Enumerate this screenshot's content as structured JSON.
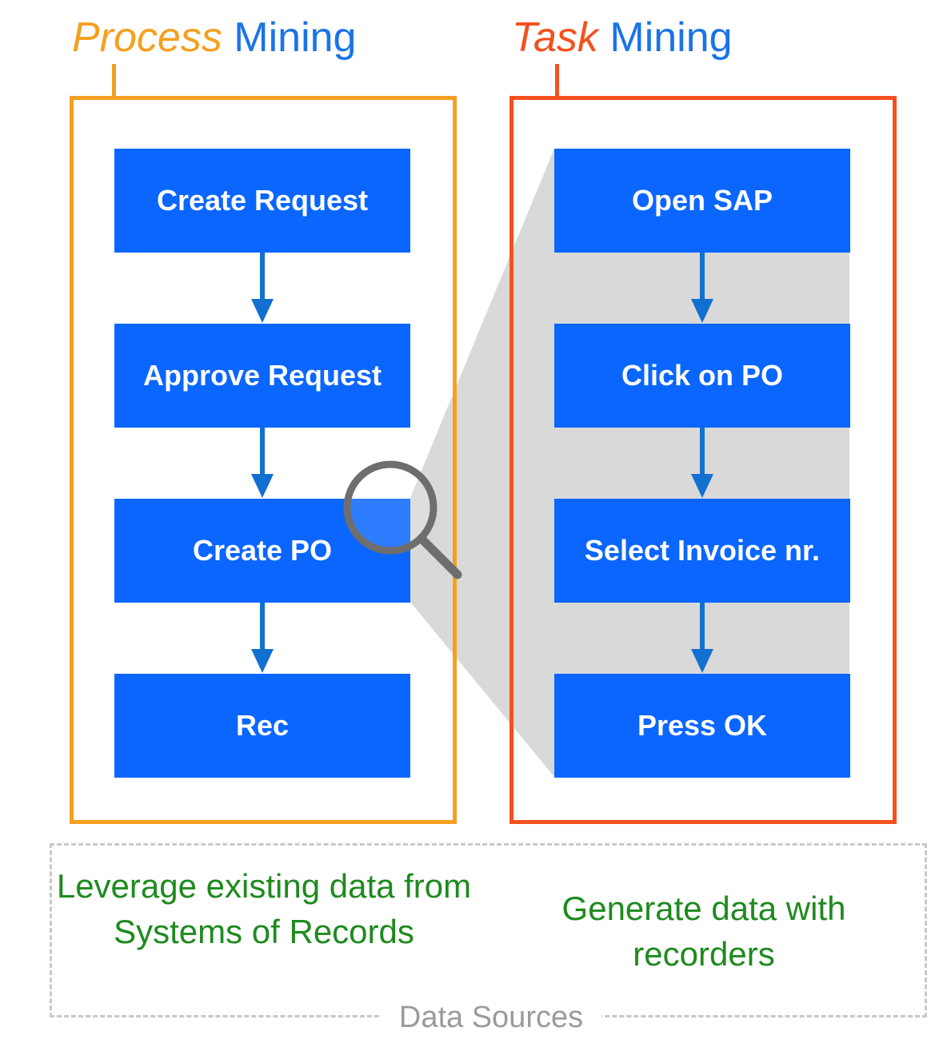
{
  "headings": {
    "process": {
      "accent_word": "Process",
      "rest": "Mining",
      "accent_color": "#f5a020"
    },
    "task": {
      "accent_word": "Task",
      "rest": "Mining",
      "accent_color": "#f4511e"
    },
    "mining_color": "#1a73e8"
  },
  "process_steps": [
    "Create Request",
    "Approve Request",
    "Create PO",
    "Rec"
  ],
  "task_steps": [
    "Open SAP",
    "Click on PO",
    "Select Invoice nr.",
    "Press OK"
  ],
  "data_sources": {
    "label": "Data Sources",
    "process_note": "Leverage existing data from Systems of Records",
    "task_note": "Generate data with recorders"
  },
  "colors": {
    "step_fill": "#0a66ff",
    "arrow": "#1170d0",
    "zoom_shade": "#d9d9d9",
    "note_text": "#1e8a1e",
    "dashed_border": "#c8c8c8"
  },
  "icons": {
    "magnifier": "magnifier-icon"
  }
}
